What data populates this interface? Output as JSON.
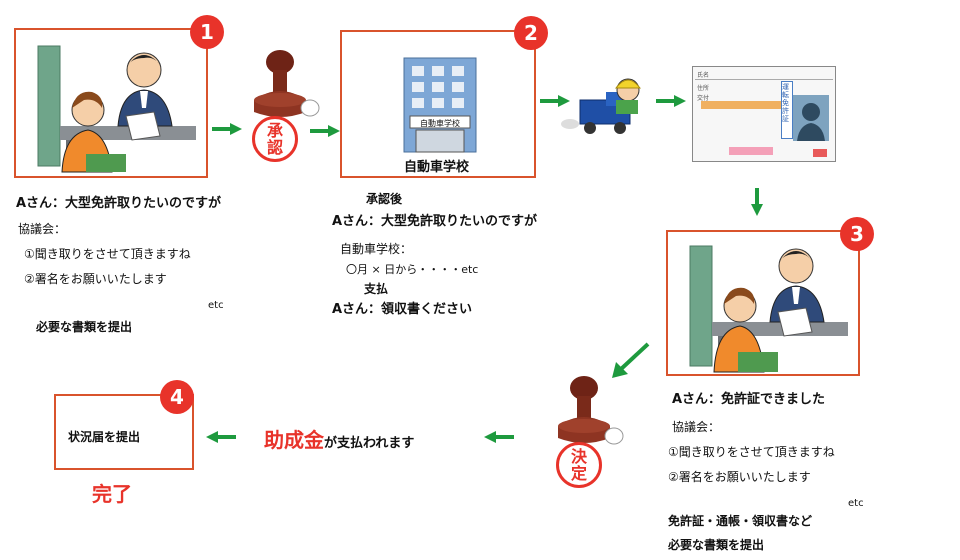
{
  "steps": {
    "s1": {
      "num": "1"
    },
    "s2": {
      "num": "2",
      "label": "自動車学校",
      "building_sign": "自動車学校"
    },
    "s3": {
      "num": "3"
    },
    "s4": {
      "num": "4",
      "label": "状況届を提出"
    }
  },
  "stamps": {
    "approve": "承認",
    "decide": "決定"
  },
  "left": {
    "line1": "Aさん：大型免許取りたいのですが",
    "council": "協議会：",
    "item1": "①聞き取りをさせて頂きますね",
    "item2": "②署名をお願いいたします",
    "etc": "etc",
    "submit": "必要な書類を提出"
  },
  "middle": {
    "after": "承認後",
    "line1": "Aさん：大型免許取りたいのですが",
    "school": "自動車学校：",
    "schedule": "〇月 × 日から・・・・etc",
    "pay": "支払",
    "receipt": "Aさん：領収書ください"
  },
  "right": {
    "line1": "Aさん：免許証できました",
    "council": "協議会：",
    "item1": "①聞き取りをさせて頂きますね",
    "item2": "②署名をお願いいたします",
    "etc": "etc",
    "docs1": "免許証・通帳・領収書など",
    "docs2": "必要な書類を提出"
  },
  "bottom": {
    "grant_big": "助成金",
    "grant_rest": "が支払われます",
    "done": "完了"
  },
  "license": {
    "name": "氏名",
    "address": "住所",
    "issued": "交付",
    "vertical": "運転免許証"
  },
  "colors": {
    "accent": "#e8332a",
    "border": "#d9532c",
    "arrow": "#1e9a3e"
  }
}
